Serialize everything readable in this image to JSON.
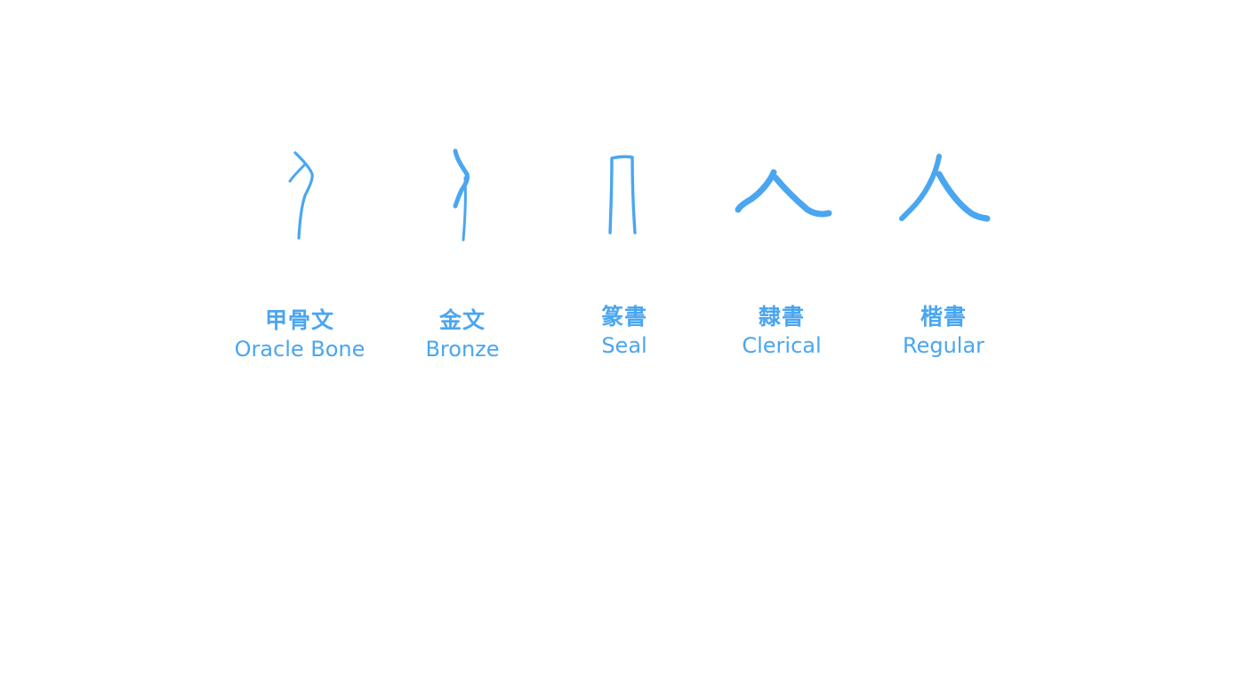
{
  "accent_color": "#4aa6f0",
  "scripts": [
    {
      "cn": "甲骨文",
      "en": "Oracle Bone",
      "glyph": "oracle-bone-ren-glyph"
    },
    {
      "cn": "金文",
      "en": "Bronze",
      "glyph": "bronze-ren-glyph"
    },
    {
      "cn": "篆書",
      "en": "Seal",
      "glyph": "seal-ren-glyph"
    },
    {
      "cn": "隸書",
      "en": "Clerical",
      "glyph": "clerical-ren-glyph"
    },
    {
      "cn": "楷書",
      "en": "Regular",
      "glyph": "regular-ren-glyph"
    }
  ]
}
